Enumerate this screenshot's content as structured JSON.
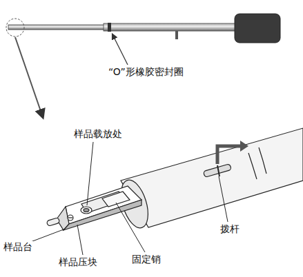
{
  "diagram": {
    "labels": [
      "“O”形橡胶密封圈",
      "样品载放处",
      "样品台",
      "样品压块",
      "固定销",
      "拨杆"
    ]
  }
}
